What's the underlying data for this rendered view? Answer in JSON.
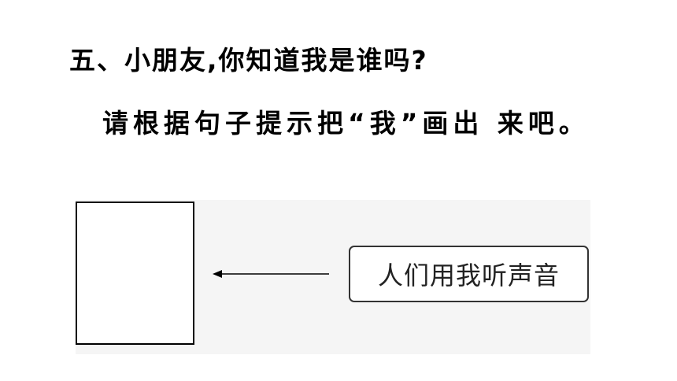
{
  "question": {
    "title": "五、小朋友,你知道我是谁吗?",
    "instruction": "请根据句子提示把“我”画出 来吧。"
  },
  "exercise": {
    "hint_text": "人们用我听声音"
  }
}
